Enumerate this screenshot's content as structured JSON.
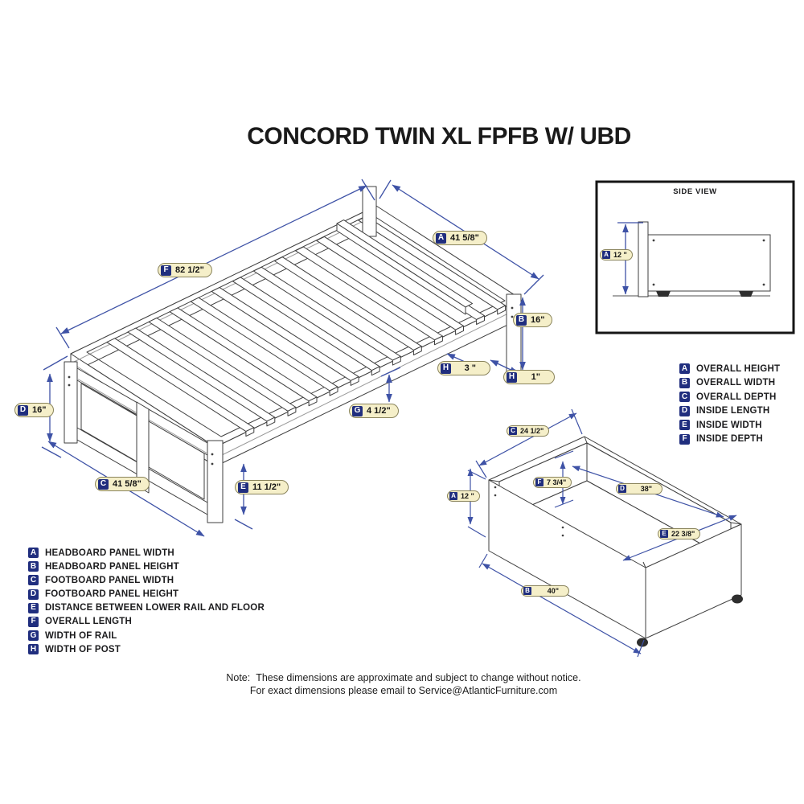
{
  "title": "CONCORD TWIN XL FPFB W/ UBD",
  "side_view": {
    "title": "SIDE VIEW",
    "dim_a": {
      "letter": "A",
      "value": "12 \""
    }
  },
  "bed_diagram": {
    "dim_f": {
      "letter": "F",
      "value": "82 1/2\""
    },
    "dim_a": {
      "letter": "A",
      "value": "41 5/8\""
    },
    "dim_b": {
      "letter": "B",
      "value": "16\""
    },
    "dim_h_post": {
      "letter": "H",
      "value": "3 \""
    },
    "dim_h_leg": {
      "letter": "H",
      "value": "1\""
    },
    "dim_g": {
      "letter": "G",
      "value": "4 1/2\""
    },
    "dim_d": {
      "letter": "D",
      "value": "16\""
    },
    "dim_c": {
      "letter": "C",
      "value": "41 5/8\""
    },
    "dim_e": {
      "letter": "E",
      "value": "11 1/2\""
    }
  },
  "drawer_diagram": {
    "dim_c": {
      "letter": "C",
      "value": "24 1/2\""
    },
    "dim_f": {
      "letter": "F",
      "value": "7 3/4\""
    },
    "dim_a": {
      "letter": "A",
      "value": "12 \""
    },
    "dim_d": {
      "letter": "D",
      "value": "38\""
    },
    "dim_e": {
      "letter": "E",
      "value": "22 3/8\""
    },
    "dim_b": {
      "letter": "B",
      "value": "40\""
    }
  },
  "drawer_legend": {
    "items": [
      {
        "letter": "A",
        "label": "OVERALL HEIGHT"
      },
      {
        "letter": "B",
        "label": "OVERALL WIDTH"
      },
      {
        "letter": "C",
        "label": "OVERALL DEPTH"
      },
      {
        "letter": "D",
        "label": "INSIDE LENGTH"
      },
      {
        "letter": "E",
        "label": "INSIDE WIDTH"
      },
      {
        "letter": "F",
        "label": "INSIDE DEPTH"
      }
    ]
  },
  "bed_legend": {
    "items": [
      {
        "letter": "A",
        "label": "HEADBOARD PANEL WIDTH"
      },
      {
        "letter": "B",
        "label": "HEADBOARD PANEL HEIGHT"
      },
      {
        "letter": "C",
        "label": "FOOTBOARD PANEL WIDTH"
      },
      {
        "letter": "D",
        "label": "FOOTBOARD PANEL HEIGHT"
      },
      {
        "letter": "E",
        "label": "DISTANCE BETWEEN LOWER RAIL AND FLOOR"
      },
      {
        "letter": "F",
        "label": "OVERALL LENGTH"
      },
      {
        "letter": "G",
        "label": "WIDTH OF RAIL"
      },
      {
        "letter": "H",
        "label": "WIDTH OF POST"
      }
    ]
  },
  "note": {
    "label": "Note:",
    "line1": "These dimensions are approximate and subject to change without notice.",
    "line2": "For exact dimensions please email to Service@AtlanticFurniture.com"
  },
  "colors": {
    "dimension_line": "#3e52a6",
    "label_chip": "#202e7e",
    "label_background": "#f5efc9",
    "line_art": "#3f3f3f"
  }
}
